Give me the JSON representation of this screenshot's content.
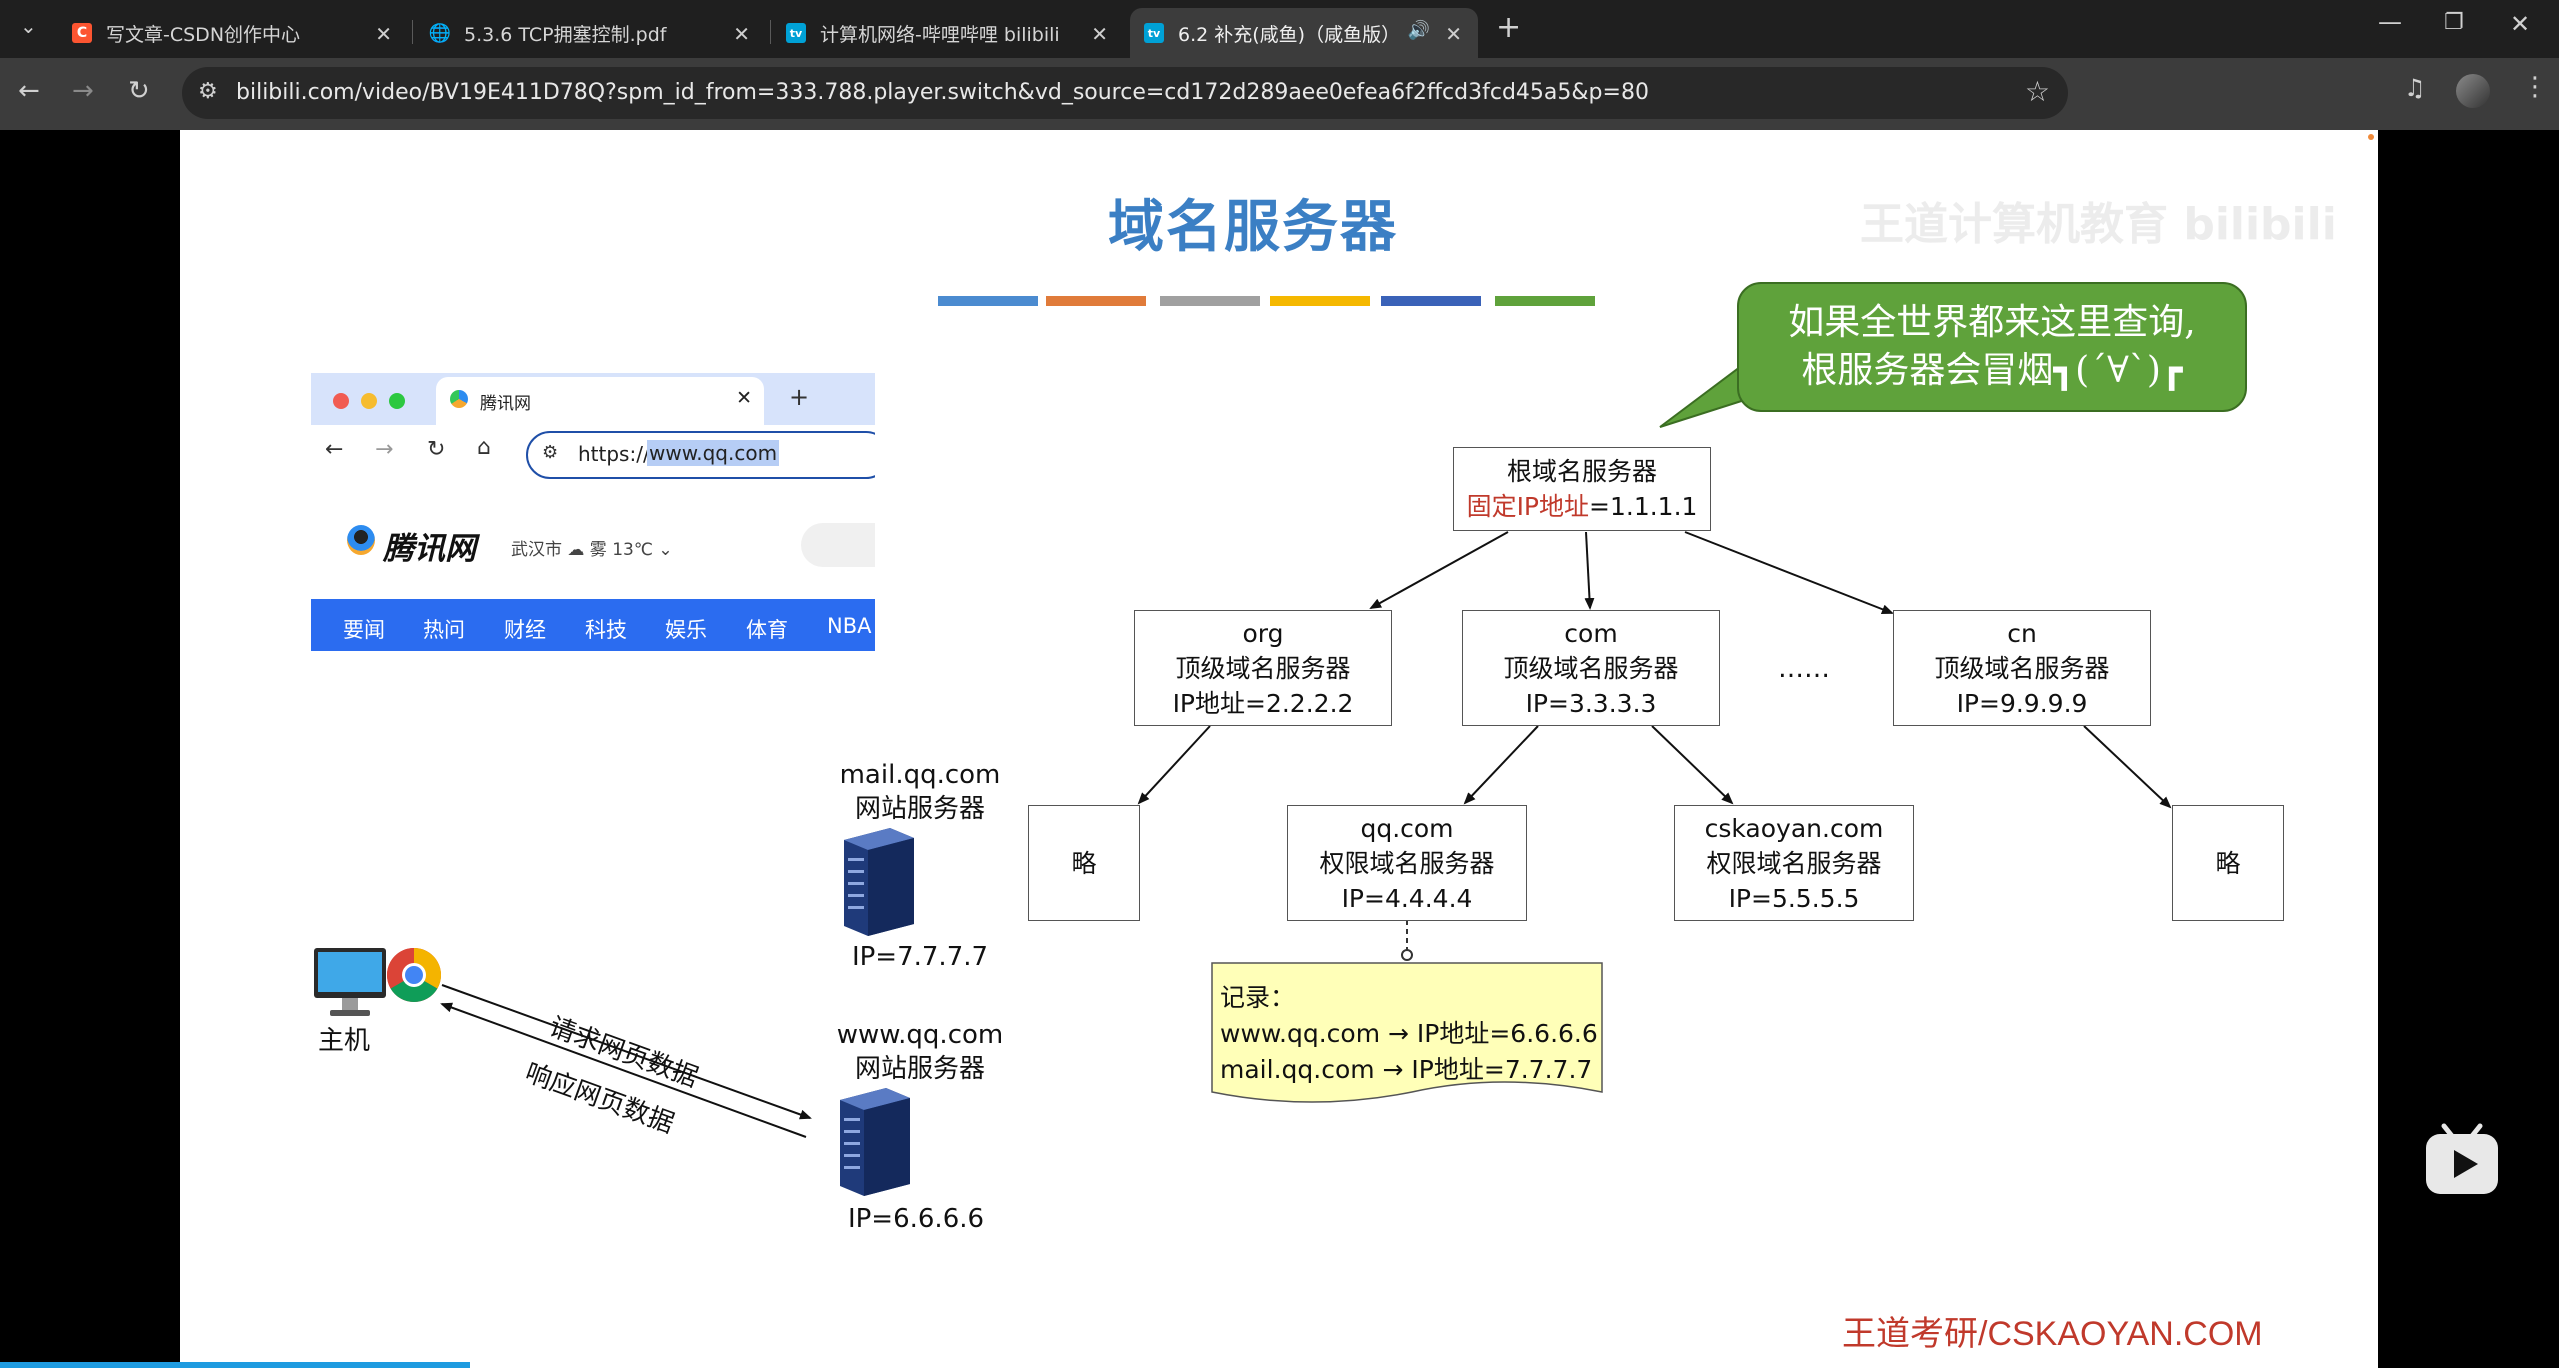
{
  "browser": {
    "tabs": [
      {
        "title": "写文章-CSDN创作中心",
        "fav": "C",
        "fav_color": "#fc5531"
      },
      {
        "title": "5.3.6 TCP拥塞控制.pdf",
        "fav": "🌐",
        "fav_color": "#3c3c3c"
      },
      {
        "title": "计算机网络-哔哩哔哩 bilibili",
        "fav": "tv",
        "fav_color": "#00a1d6"
      },
      {
        "title": "6.2 补充(咸鱼)（咸鱼版）",
        "fav": "tv",
        "fav_color": "#00a1d6"
      }
    ],
    "url": "bilibili.com/video/BV19E411D78Q?spm_id_from=333.788.player.switch&vd_source=cd172d289aee0efea6f2ffcd3fcd45a5&p=80"
  },
  "slide": {
    "title": "域名服务器",
    "title_color": "#3b7fc4",
    "watermark": "王道计算机教育 bilibili",
    "color_bar": [
      "#4b8bd0",
      "#e07b3a",
      "#a0a0a0",
      "#f5b800",
      "#3a62b8",
      "#5fa23b"
    ],
    "speech": {
      "line1": "如果全世界都来这里查询,",
      "line2": "根服务器会冒烟┓(´∀`)┏"
    },
    "root": {
      "name": "根域名服务器",
      "ip_label": "固定IP地址",
      "ip_value": "=1.1.1.1"
    },
    "tld": [
      {
        "name": "org",
        "role": "顶级域名服务器",
        "ip": "IP地址=2.2.2.2"
      },
      {
        "name": "com",
        "role": "顶级域名服务器",
        "ip": "IP=3.3.3.3"
      },
      {
        "name": "cn",
        "role": "顶级域名服务器",
        "ip": "IP=9.9.9.9"
      }
    ],
    "ellipsis": "……",
    "auth": [
      {
        "name": "qq.com",
        "role": "权限域名服务器",
        "ip": "IP=4.4.4.4"
      },
      {
        "name": "cskaoyan.com",
        "role": "权限域名服务器",
        "ip": "IP=5.5.5.5"
      }
    ],
    "omit": "略",
    "record": {
      "title": "记录：",
      "line1": "www.qq.com → IP地址=6.6.6.6",
      "line2": "mail.qq.com → IP地址=7.7.7.7"
    },
    "mail_server": {
      "name": "mail.qq.com",
      "role": "网站服务器",
      "ip": "IP=7.7.7.7"
    },
    "www_server": {
      "name": "www.qq.com",
      "role": "网站服务器",
      "ip": "IP=6.6.6.6"
    },
    "host": "主机",
    "request": "请求网页数据",
    "response": "响应网页数据",
    "footer": "王道考研/CSKAOYAN.COM",
    "footer_color": "#c0392b",
    "mini_browser": {
      "tab_title": "腾讯网",
      "url_prefix": "https://",
      "url_host": "www.qq.com",
      "site_name": "腾讯网",
      "weather": "武汉市 ☁ 雾 13℃ ⌄",
      "menu": [
        "要闻",
        "热问",
        "财经",
        "科技",
        "娱乐",
        "体育",
        "NBA"
      ]
    }
  }
}
